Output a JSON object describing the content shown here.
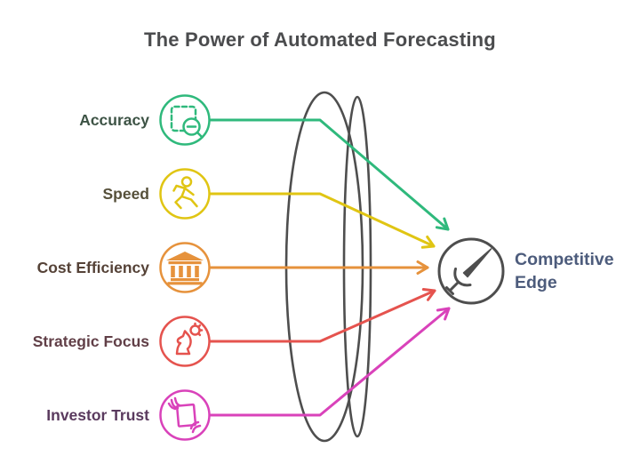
{
  "title": "The Power of Automated Forecasting",
  "colors": {
    "title": "#4b4c4e",
    "outline_gray": "#4e4e4e",
    "result_text": "#4d5c7c"
  },
  "items": [
    {
      "label": "Accuracy",
      "color": "#2fb97c",
      "label_color": "#3d5345",
      "icon": "magnifier-selection-icon"
    },
    {
      "label": "Speed",
      "color": "#e0c513",
      "label_color": "#56503a",
      "icon": "runner-icon"
    },
    {
      "label": "Cost Efficiency",
      "color": "#e6923c",
      "label_color": "#554237",
      "icon": "bank-icon"
    },
    {
      "label": "Strategic Focus",
      "color": "#e5534e",
      "label_color": "#613f47",
      "icon": "knight-gear-icon"
    },
    {
      "label": "Investor Trust",
      "color": "#d942ba",
      "label_color": "#5a3a5e",
      "icon": "hands-document-icon"
    }
  ],
  "result": {
    "label": "Competitive Edge",
    "icon": "fencing-sword-icon"
  }
}
